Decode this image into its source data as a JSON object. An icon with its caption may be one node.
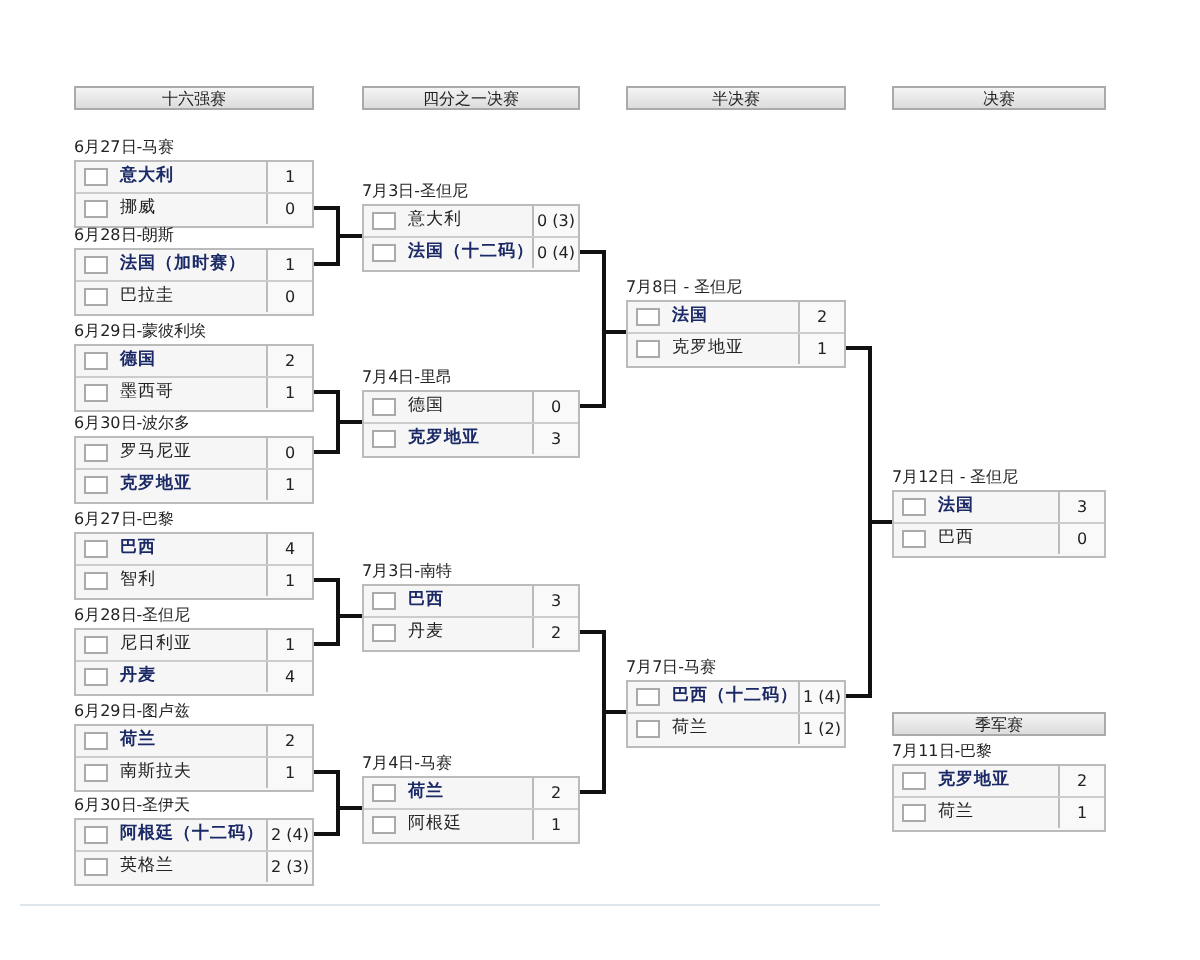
{
  "diagram": {
    "nodes": [
      {
        "text": [
          "6月27日-马赛",
          "意大利",
          "1",
          "挪威",
          "0"
        ]
      },
      {
        "text": [
          "6月28日-朗斯",
          "法国（加时赛）",
          "1",
          "巴拉圭",
          "0"
        ]
      },
      {
        "text": [
          "6月29日-蒙彼利埃",
          "德国",
          "2",
          "墨西哥",
          "1"
        ]
      },
      {
        "text": [
          "6月30日-波尔多",
          "罗马尼亚",
          "0",
          "克罗地亚",
          "1"
        ]
      },
      {
        "text": [
          "6月27日-巴黎",
          "巴西",
          "4",
          "智利",
          "1"
        ]
      },
      {
        "text": [
          "6月28日-圣但尼",
          "尼日利亚",
          "1",
          "丹麦",
          "4"
        ]
      },
      {
        "text": [
          "6月29日-图卢兹",
          "荷兰",
          "2",
          "南斯拉夫",
          "1"
        ]
      },
      {
        "text": [
          "6月30日-圣伊天",
          "阿根廷（十二码）",
          "2 (4)",
          "英格兰",
          "2 (3)"
        ]
      },
      {
        "text": [
          "7月3日-圣但尼",
          "意大利",
          "0 (3)",
          "法国（十二码）",
          "0 (4)"
        ]
      },
      {
        "text": [
          "7月4日-里昂",
          "德国",
          "0",
          "克罗地亚",
          "3"
        ]
      },
      {
        "text": [
          "7月3日-南特",
          "巴西",
          "3",
          "丹麦",
          "2"
        ]
      },
      {
        "text": [
          "7月4日-马赛",
          "荷兰",
          "2",
          "阿根廷",
          "1"
        ]
      },
      {
        "text": [
          "7月8日 - 圣但尼",
          "法国",
          "2",
          "克罗地亚",
          "1"
        ]
      },
      {
        "text": [
          "7月7日-马赛",
          "巴西（十二码）",
          "1 (4)",
          "荷兰",
          "1 (2)"
        ]
      },
      {
        "text": [
          "7月12日 - 圣但尼",
          "法国",
          "3",
          "巴西",
          "0"
        ]
      },
      {
        "text": [
          "7月11日-巴黎",
          "克罗地亚",
          "2",
          "荷兰",
          "1"
        ]
      }
    ],
    "edges": [
      {
        "from": 0,
        "to": 8,
        "arrow": "none"
      },
      {
        "from": 1,
        "to": 8,
        "arrow": "none"
      },
      {
        "from": 2,
        "to": 9,
        "arrow": "none"
      },
      {
        "from": 3,
        "to": 9,
        "arrow": "none"
      },
      {
        "from": 4,
        "to": 10,
        "arrow": "none"
      },
      {
        "from": 5,
        "to": 10,
        "arrow": "none"
      },
      {
        "from": 6,
        "to": 11,
        "arrow": "none"
      },
      {
        "from": 7,
        "to": 11,
        "arrow": "none"
      },
      {
        "from": 8,
        "to": 12,
        "arrow": "none"
      },
      {
        "from": 9,
        "to": 12,
        "arrow": "none"
      },
      {
        "from": 10,
        "to": 13,
        "arrow": "none"
      },
      {
        "from": 11,
        "to": 13,
        "arrow": "none"
      },
      {
        "from": 12,
        "to": 14,
        "arrow": "none"
      },
      {
        "from": 13,
        "to": 14,
        "arrow": "none"
      }
    ],
    "labels": [
      "十六强赛",
      "四分之一决赛",
      "半决赛",
      "决赛",
      "季军赛"
    ]
  }
}
